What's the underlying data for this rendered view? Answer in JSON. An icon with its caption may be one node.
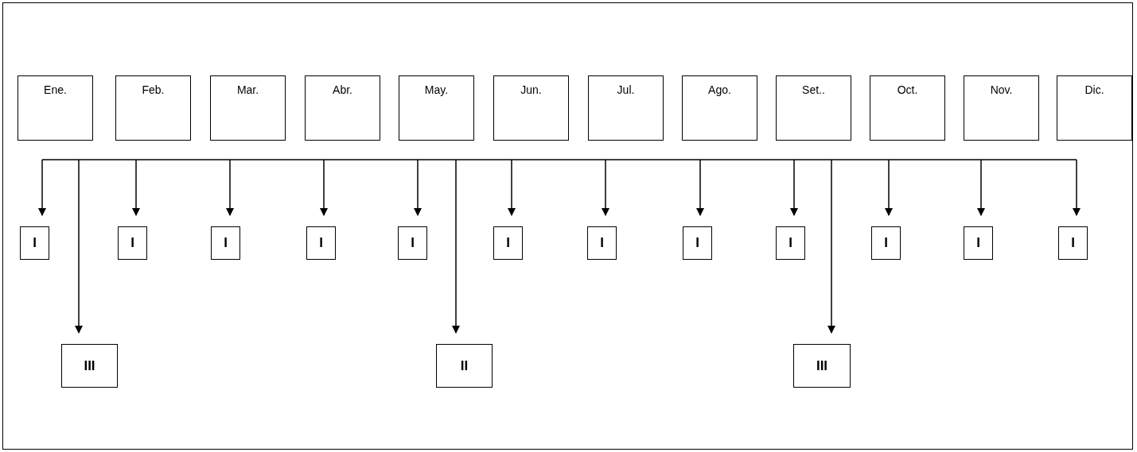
{
  "diagram": {
    "nodes": [
      {
        "text": [
          "Ene."
        ]
      },
      {
        "text": [
          "Feb."
        ]
      },
      {
        "text": [
          "Mar."
        ]
      },
      {
        "text": [
          "Abr."
        ]
      },
      {
        "text": [
          "May."
        ]
      },
      {
        "text": [
          "Jun."
        ]
      },
      {
        "text": [
          "Jul."
        ]
      },
      {
        "text": [
          "Ago."
        ]
      },
      {
        "text": [
          "Set.."
        ]
      },
      {
        "text": [
          "Oct."
        ]
      },
      {
        "text": [
          "Nov."
        ]
      },
      {
        "text": [
          "Dic."
        ]
      },
      {
        "text": [
          "I"
        ]
      },
      {
        "text": [
          "I"
        ]
      },
      {
        "text": [
          "I"
        ]
      },
      {
        "text": [
          "I"
        ]
      },
      {
        "text": [
          "I"
        ]
      },
      {
        "text": [
          "I"
        ]
      },
      {
        "text": [
          "I"
        ]
      },
      {
        "text": [
          "I"
        ]
      },
      {
        "text": [
          "I"
        ]
      },
      {
        "text": [
          "I"
        ]
      },
      {
        "text": [
          "I"
        ]
      },
      {
        "text": [
          "I"
        ]
      },
      {
        "text": [
          "III"
        ]
      },
      {
        "text": [
          "II"
        ]
      },
      {
        "text": [
          "III"
        ]
      }
    ],
    "edges": [
      {
        "from": null,
        "to": 12,
        "arrow": "to"
      },
      {
        "from": null,
        "to": 24,
        "arrow": "to"
      },
      {
        "from": null,
        "to": 13,
        "arrow": "to"
      },
      {
        "from": null,
        "to": 14,
        "arrow": "to"
      },
      {
        "from": null,
        "to": 15,
        "arrow": "to"
      },
      {
        "from": null,
        "to": 16,
        "arrow": "to"
      },
      {
        "from": null,
        "to": 25,
        "arrow": "to"
      },
      {
        "from": null,
        "to": 17,
        "arrow": "to"
      },
      {
        "from": null,
        "to": 18,
        "arrow": "to"
      },
      {
        "from": null,
        "to": 19,
        "arrow": "to"
      },
      {
        "from": null,
        "to": 20,
        "arrow": "to"
      },
      {
        "from": null,
        "to": 26,
        "arrow": "to"
      },
      {
        "from": null,
        "to": 21,
        "arrow": "to"
      },
      {
        "from": null,
        "to": 22,
        "arrow": "to"
      },
      {
        "from": null,
        "to": 23,
        "arrow": "to"
      }
    ]
  }
}
